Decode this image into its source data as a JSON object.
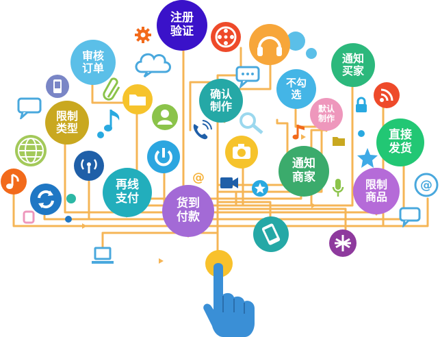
{
  "colors": {
    "branch": "#f5b556",
    "hand": "#3a8fd6",
    "palm_dot": "#f8c12c"
  },
  "nodes": [
    {
      "id": "register-verify",
      "text": "注册\n验证",
      "color": "#3a12c9"
    },
    {
      "id": "review-order",
      "text": "审核\n订单",
      "color": "#5bbfe8"
    },
    {
      "id": "limit-type",
      "text": "限制\n类型",
      "color": "#c9a820"
    },
    {
      "id": "confirm-make",
      "text": "确认\n制作",
      "color": "#25a8a6"
    },
    {
      "id": "no-check-select",
      "text": "不勾\n选",
      "color": "#44b5e6"
    },
    {
      "id": "notify-buyer",
      "text": "通知\n买家",
      "color": "#2cb87c"
    },
    {
      "id": "default-make",
      "text": "默认\n制作",
      "color": "#ee97bc"
    },
    {
      "id": "direct-ship",
      "text": "直接\n发货",
      "color": "#22c774"
    },
    {
      "id": "online-pay",
      "text": "再线\n支付",
      "color": "#22aebc"
    },
    {
      "id": "cash-on-delivery",
      "text": "货到\n付款",
      "color": "#a36ad6"
    },
    {
      "id": "notify-merchant",
      "text": "通知\n商家",
      "color": "#3bab6c"
    },
    {
      "id": "limit-goods",
      "text": "限制\n商品",
      "color": "#b56bd8"
    }
  ],
  "icons": [
    {
      "name": "gear-icon"
    },
    {
      "name": "film-reel-icon"
    },
    {
      "name": "headphones-icon"
    },
    {
      "name": "cloud-icon"
    },
    {
      "name": "phone-icon"
    },
    {
      "name": "paperclip-icon"
    },
    {
      "name": "folder-icon"
    },
    {
      "name": "music-note-icon"
    },
    {
      "name": "user-icon"
    },
    {
      "name": "chat-bubble-icon"
    },
    {
      "name": "wifi-signal-icon"
    },
    {
      "name": "lock-icon"
    },
    {
      "name": "globe-icon"
    },
    {
      "name": "broadcast-icon"
    },
    {
      "name": "power-icon"
    },
    {
      "name": "camera-icon"
    },
    {
      "name": "magnifier-icon"
    },
    {
      "name": "star-icon"
    },
    {
      "name": "at-sign-icon"
    },
    {
      "name": "refresh-icon"
    },
    {
      "name": "laptop-icon"
    },
    {
      "name": "tablet-icon"
    },
    {
      "name": "asterisk-icon"
    },
    {
      "name": "microphone-icon"
    },
    {
      "name": "video-camera-icon"
    },
    {
      "name": "tag-icon"
    },
    {
      "name": "pointing-hand-icon"
    }
  ]
}
